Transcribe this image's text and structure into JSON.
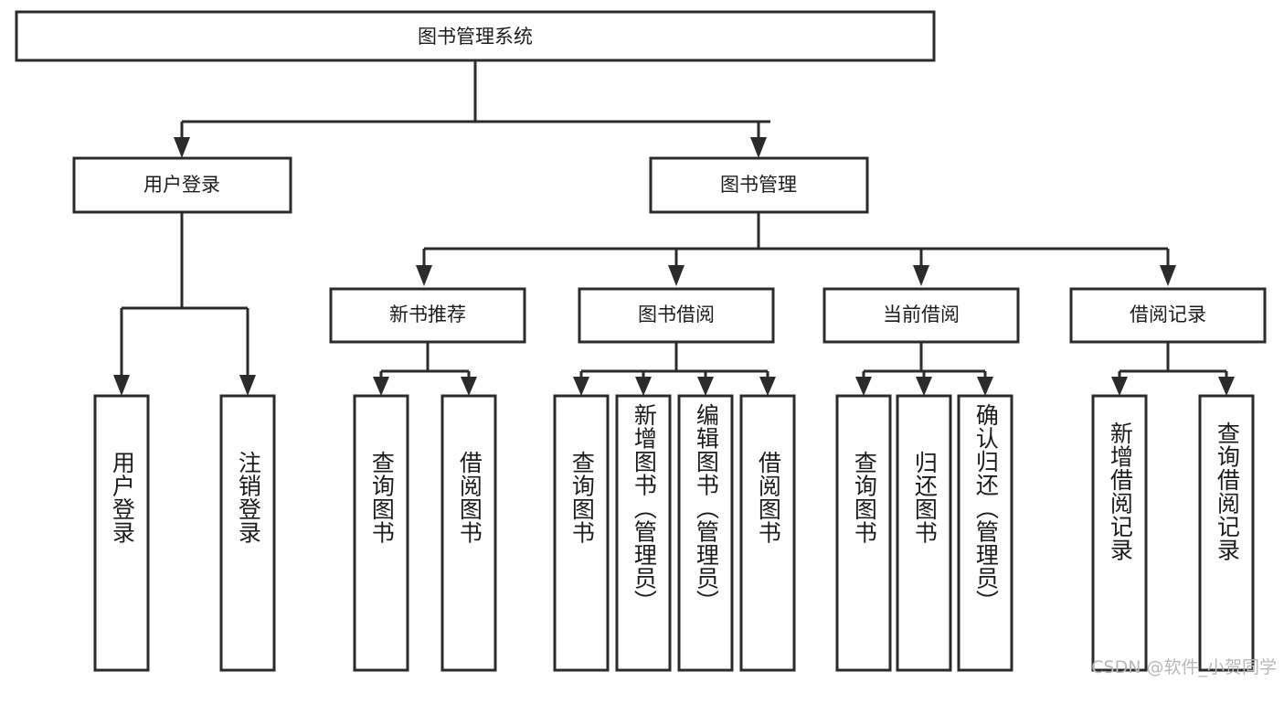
{
  "diagram": {
    "type": "tree",
    "title": "图书管理系统",
    "root": {
      "id": "root",
      "label": "图书管理系统",
      "orientation": "horizontal"
    },
    "level1": [
      {
        "id": "user-login",
        "label": "用户登录",
        "orientation": "horizontal"
      },
      {
        "id": "book-manage",
        "label": "图书管理",
        "orientation": "horizontal"
      }
    ],
    "level2": [
      {
        "id": "new-book-recommend",
        "label": "新书推荐",
        "orientation": "horizontal",
        "parent": "book-manage"
      },
      {
        "id": "book-borrow",
        "label": "图书借阅",
        "orientation": "horizontal",
        "parent": "book-manage"
      },
      {
        "id": "current-borrow",
        "label": "当前借阅",
        "orientation": "horizontal",
        "parent": "book-manage"
      },
      {
        "id": "borrow-record",
        "label": "借阅记录",
        "orientation": "horizontal",
        "parent": "book-manage"
      }
    ],
    "leaves": [
      {
        "id": "leaf-user-login",
        "label": "用户登录",
        "orientation": "vertical",
        "parent": "user-login"
      },
      {
        "id": "leaf-user-logout",
        "label": "注销登录",
        "orientation": "vertical",
        "parent": "user-login"
      },
      {
        "id": "leaf-query-book-1",
        "label": "查询图书",
        "orientation": "vertical",
        "parent": "new-book-recommend"
      },
      {
        "id": "leaf-borrow-book-1",
        "label": "借阅图书",
        "orientation": "vertical",
        "parent": "new-book-recommend"
      },
      {
        "id": "leaf-query-book-2",
        "label": "查询图书",
        "orientation": "vertical",
        "parent": "book-borrow"
      },
      {
        "id": "leaf-add-book",
        "label": "新增图书（管理员）",
        "orientation": "vertical",
        "parent": "book-borrow"
      },
      {
        "id": "leaf-edit-book",
        "label": "编辑图书（管理员）",
        "orientation": "vertical",
        "parent": "book-borrow"
      },
      {
        "id": "leaf-borrow-book-2",
        "label": "借阅图书",
        "orientation": "vertical",
        "parent": "book-borrow"
      },
      {
        "id": "leaf-query-book-3",
        "label": "查询图书",
        "orientation": "vertical",
        "parent": "current-borrow"
      },
      {
        "id": "leaf-return-book",
        "label": "归还图书",
        "orientation": "vertical",
        "parent": "current-borrow"
      },
      {
        "id": "leaf-confirm-return",
        "label": "确认归还（管理员）",
        "orientation": "vertical",
        "parent": "current-borrow"
      },
      {
        "id": "leaf-add-record",
        "label": "新增借阅记录",
        "orientation": "vertical",
        "parent": "borrow-record"
      },
      {
        "id": "leaf-query-record",
        "label": "查询借阅记录",
        "orientation": "vertical",
        "parent": "borrow-record"
      }
    ]
  },
  "watermark": {
    "text": "CSDN @软件_小贺同学"
  },
  "colors": {
    "stroke": "#2b2b2b",
    "fill": "#ffffff",
    "text": "#1c1c1c",
    "watermark": "#b8b8b8"
  }
}
